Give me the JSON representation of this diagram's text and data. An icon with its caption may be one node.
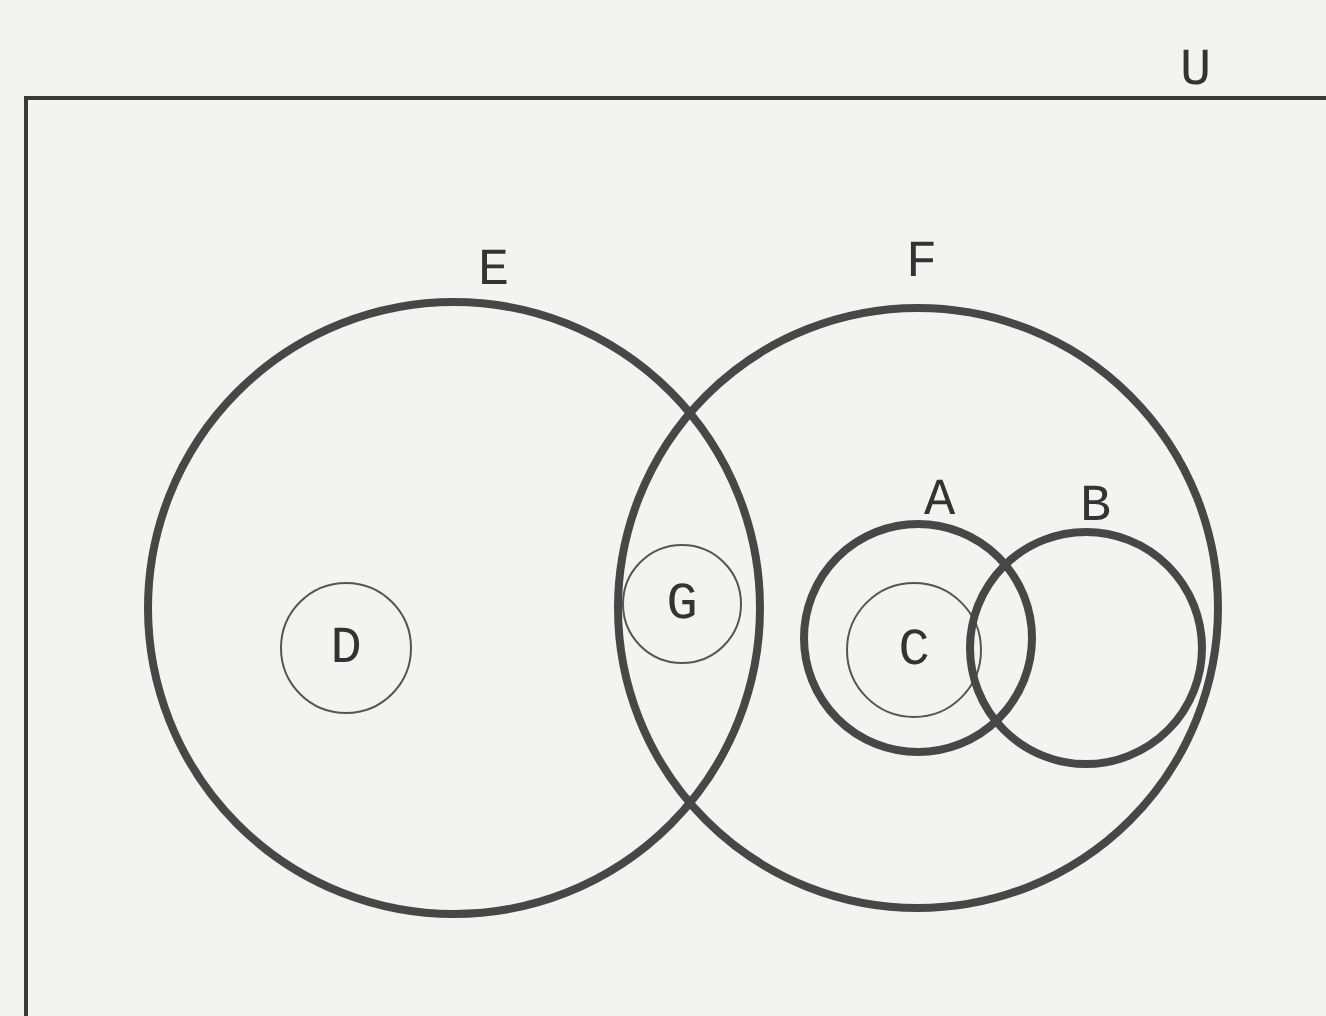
{
  "diagram": {
    "nodes": [
      {
        "text": [
          "U"
        ]
      },
      {
        "text": [
          "E"
        ],
        "in": 0
      },
      {
        "text": [
          "D"
        ],
        "in": 1
      },
      {
        "text": [
          "F"
        ],
        "in": 0
      },
      {
        "text": [
          "G"
        ]
      },
      {
        "text": [
          "A"
        ],
        "in": 3
      },
      {
        "text": [
          "C"
        ],
        "in": 5
      },
      {
        "text": [
          "B"
        ],
        "in": 3
      }
    ]
  }
}
